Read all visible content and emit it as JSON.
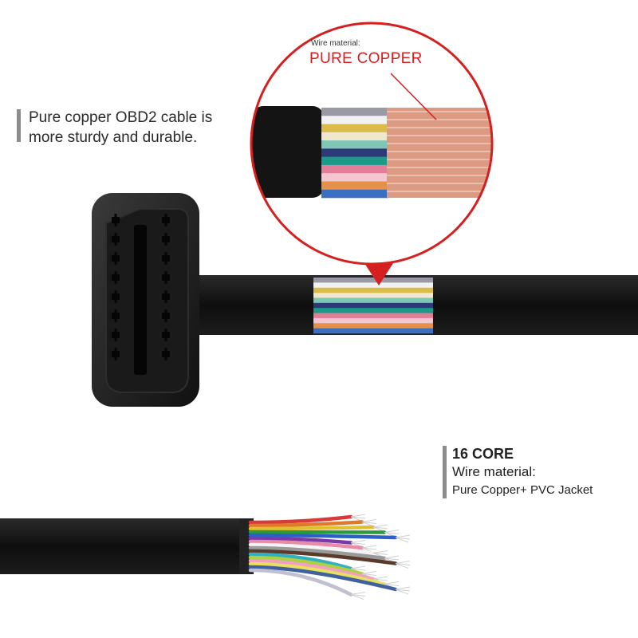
{
  "colors": {
    "jacket": "#141414",
    "copper": "#d9957c",
    "accent_red": "#d62020",
    "caption_bar": "#8c8c8c"
  },
  "captions": {
    "left_line1": "Pure copper OBD2 cable is",
    "left_line2": "more sturdy and durable.",
    "core_title": "16 CORE",
    "core_material_label": "Wire material:",
    "core_material_value": "Pure Copper+ PVC Jacket"
  },
  "magnifier": {
    "label": "Wire material:",
    "title": "PURE COPPER"
  },
  "wire_colors": [
    "#9a9aa6",
    "#f2f2f2",
    "#d9bc4a",
    "#f0e8cc",
    "#7fc6b4",
    "#2d3a78",
    "#1c9a88",
    "#e27e9a",
    "#f4c7cf",
    "#e6914a",
    "#3b6fc2"
  ],
  "fan_colors": [
    "#d83a3a",
    "#e07a2a",
    "#e0c030",
    "#2a9a3a",
    "#2a60c8",
    "#7a3aa8",
    "#e88aa8",
    "#f4f4f4",
    "#9a9a9a",
    "#5a3a2a",
    "#30b0c0",
    "#b0d040",
    "#f0a0c0",
    "#e8e060",
    "#4060a0",
    "#c0c0d0"
  ]
}
